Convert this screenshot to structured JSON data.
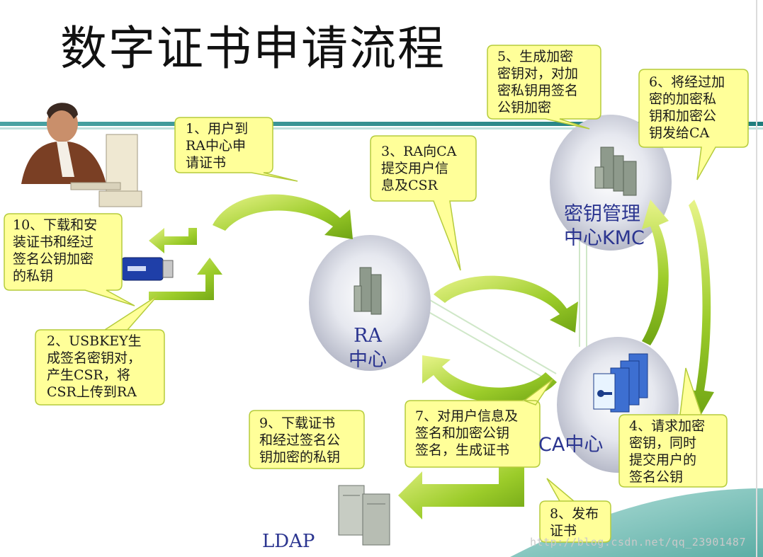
{
  "title": "数字证书申请流程",
  "nodes": {
    "kmc": {
      "line1": "密钥管理",
      "line2": "中心KMC"
    },
    "ra": {
      "line1": "RA",
      "line2": "中心"
    },
    "ca": {
      "label": "CA中心"
    },
    "ldap": {
      "label": "LDAP"
    }
  },
  "steps": [
    {
      "id": "1",
      "lines": [
        "1、用户到",
        "RA中心申",
        "请证书"
      ]
    },
    {
      "id": "2",
      "lines": [
        "2、USBKEY生",
        "成签名密钥对，",
        "产生CSR，将",
        "CSR上传到RA"
      ]
    },
    {
      "id": "3",
      "lines": [
        "3、RA向CA",
        "提交用户信",
        "息及CSR"
      ]
    },
    {
      "id": "4",
      "lines": [
        "4、请求加密",
        "密钥，同时",
        "提交用户的",
        "签名公钥"
      ]
    },
    {
      "id": "5",
      "lines": [
        "5、生成加密",
        "密钥对，对加",
        "密私钥用签名",
        "公钥加密"
      ]
    },
    {
      "id": "6",
      "lines": [
        "6、将经过加",
        "密的加密私",
        "钥和加密公",
        "钥发给CA"
      ]
    },
    {
      "id": "7",
      "lines": [
        "7、对用户信息及",
        "签名和加密公钥",
        "签名，生成证书"
      ]
    },
    {
      "id": "8",
      "lines": [
        "8、发布",
        "证书"
      ]
    },
    {
      "id": "9",
      "lines": [
        "9、下载证书",
        "和经过签名公",
        "钥加密的私钥"
      ]
    },
    {
      "id": "10",
      "lines": [
        "10、下载和安",
        "装证书和经过",
        "签名公钥加密",
        "的私钥"
      ]
    }
  ],
  "watermark": "http://blog.csdn.net/qq_23901487",
  "colors": {
    "callout_fill": "#ffff99",
    "callout_stroke": "#b5cc3c",
    "arrow_light": "#d6ec5c",
    "arrow_dark": "#7fb21a",
    "band_teal": "#2a8f8f",
    "node_fill": "#d9dbe6",
    "label_blue": "#2b3590"
  }
}
